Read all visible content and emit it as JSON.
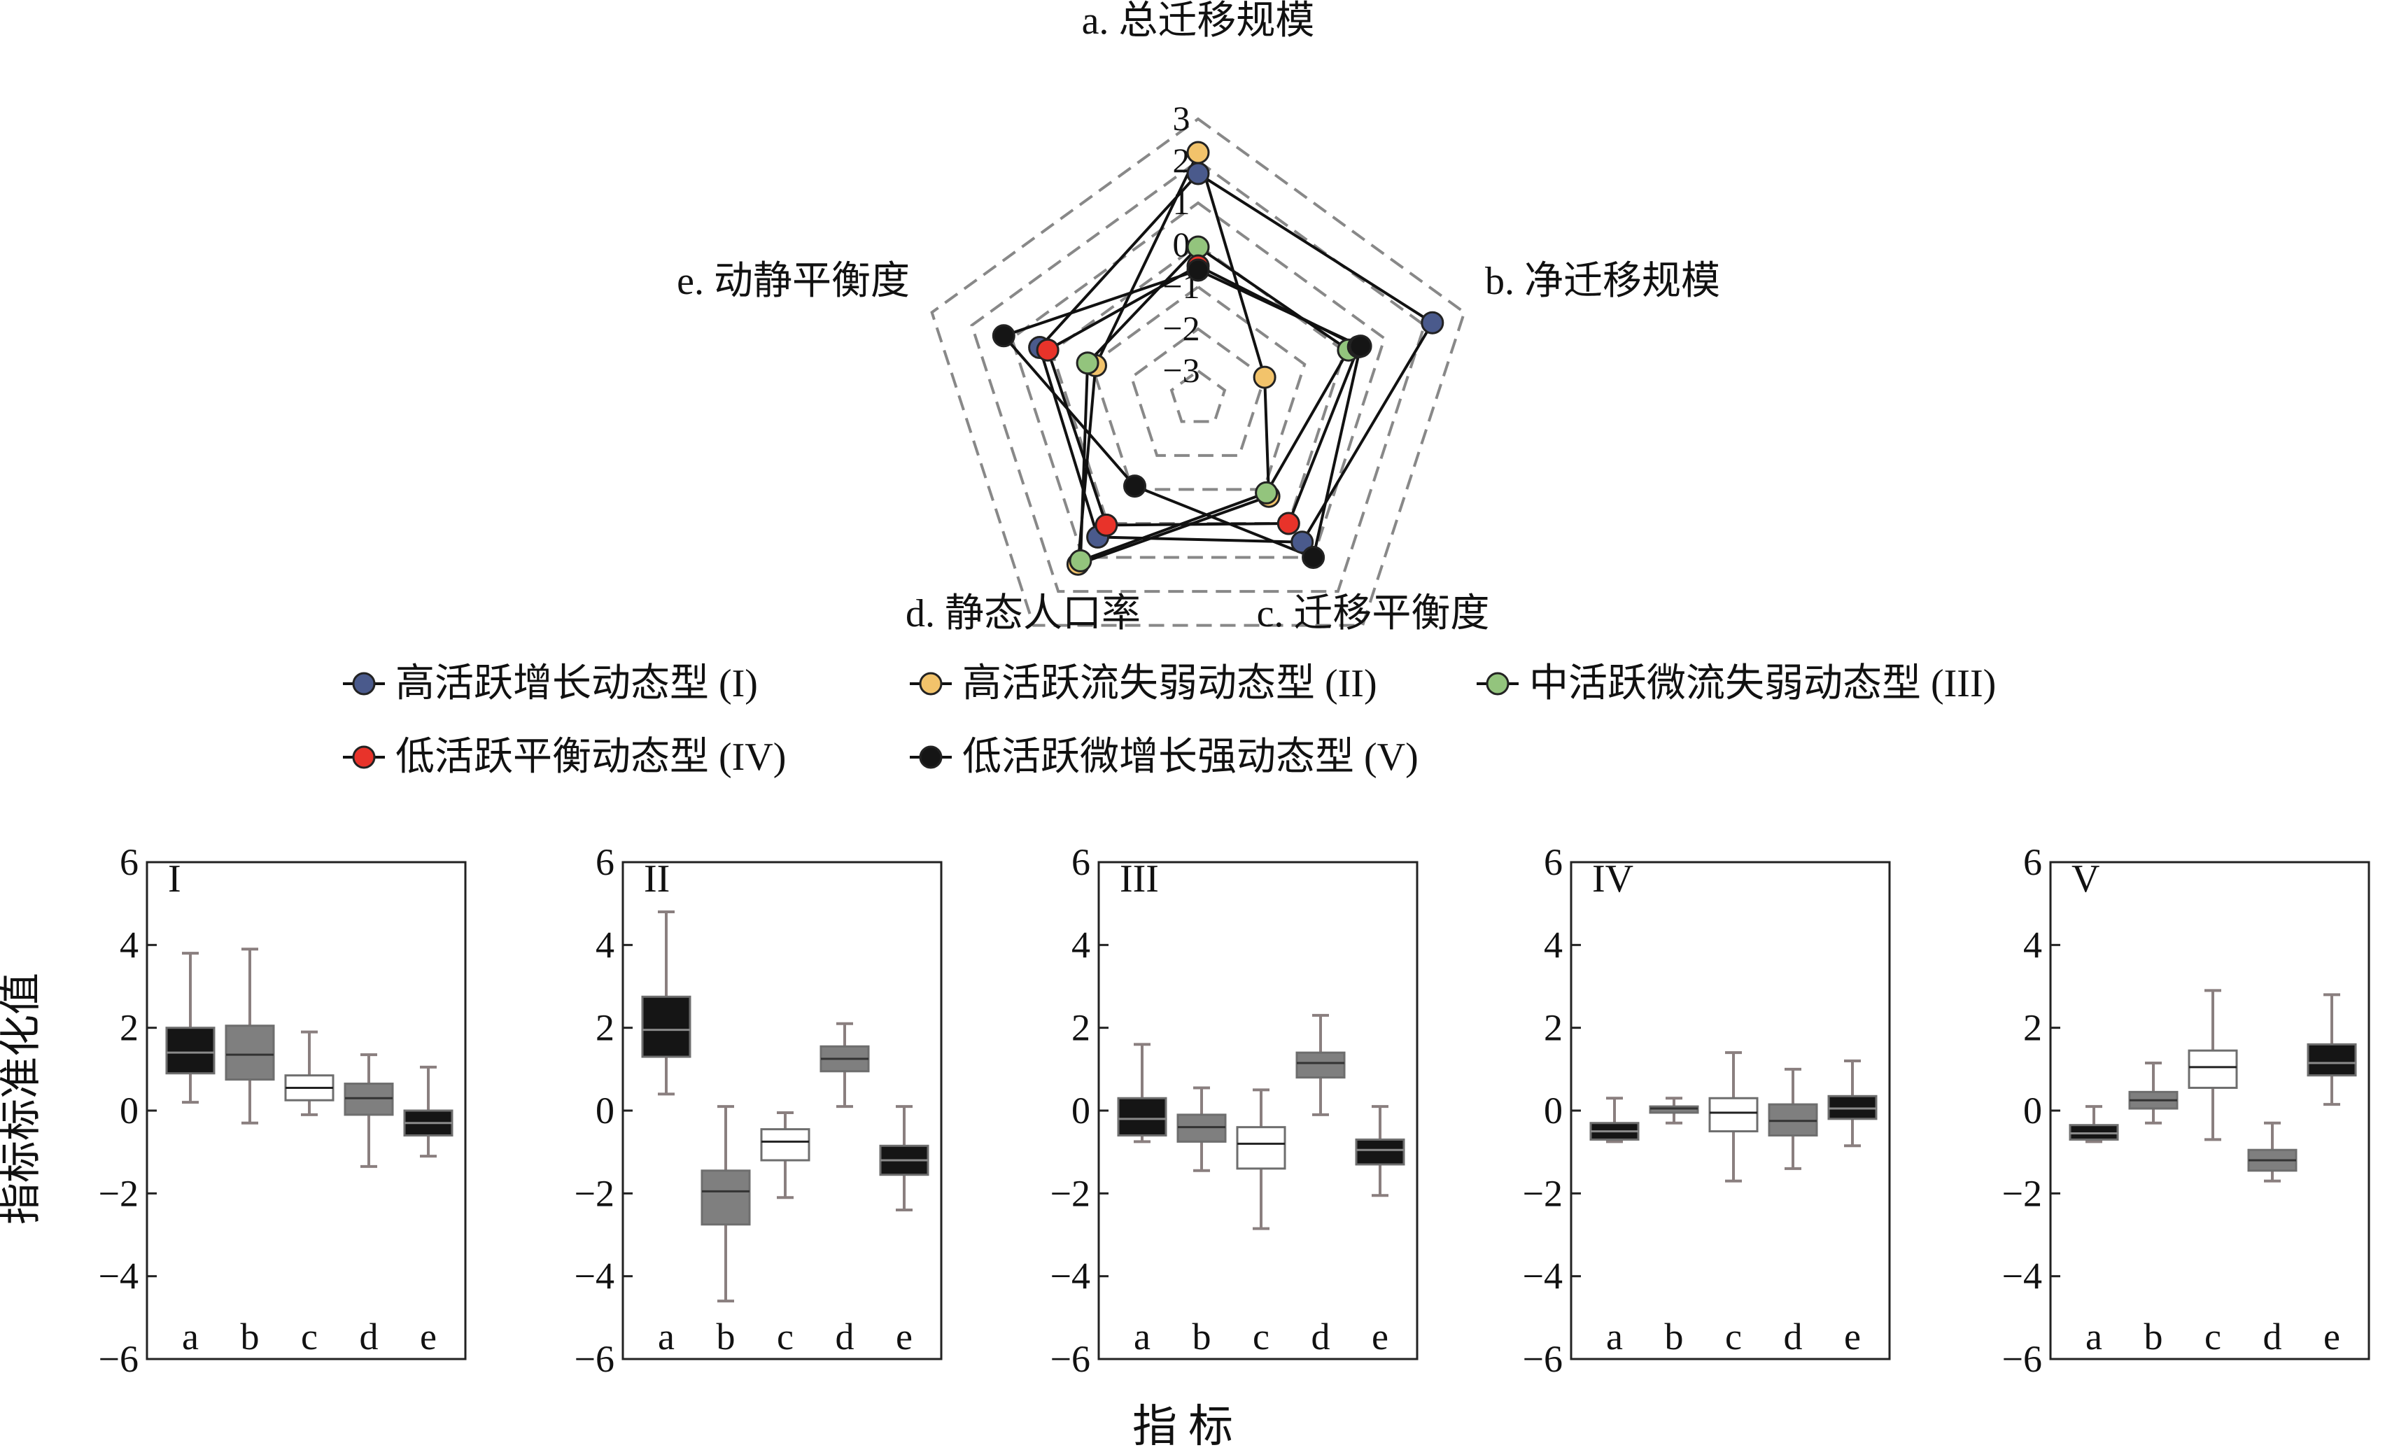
{
  "chart_data": [
    {
      "type": "radar",
      "axes": [
        {
          "key": "a",
          "label": "a. 总迁移规模"
        },
        {
          "key": "b",
          "label": "b. 净迁移规模"
        },
        {
          "key": "c",
          "label": "c. 迁移平衡度"
        },
        {
          "key": "d",
          "label": "d. 静态人口率"
        },
        {
          "key": "e",
          "label": "e. 动静平衡度"
        }
      ],
      "range": [
        -3,
        3
      ],
      "ticks": [
        "3",
        "2",
        "1",
        "0",
        "−1",
        "−2",
        "−3"
      ],
      "gridlines": "dashed pentagons",
      "series": [
        {
          "name": "高活跃增长动态型 (I)",
          "color": "#4a5a8c",
          "values": [
            1.7,
            2.2,
            0.55,
            0.4,
            0.3
          ]
        },
        {
          "name": "高活跃流失弱动态型 (II)",
          "color": "#f2c36b",
          "values": [
            2.2,
            -2.0,
            -0.8,
            1.2,
            -1.1
          ]
        },
        {
          "name": "中活跃微流失弱动态型 (III)",
          "color": "#93c47d",
          "values": [
            -0.05,
            0.1,
            -0.9,
            1.1,
            -0.9
          ]
        },
        {
          "name": "低活跃平衡动态型 (IV)",
          "color": "#e8332a",
          "values": [
            -0.5,
            0.35,
            0.0,
            0.05,
            0.1
          ]
        },
        {
          "name": "低活跃微增长强动态型 (V)",
          "color": "#151515",
          "values": [
            -0.6,
            0.4,
            1.0,
            -1.1,
            1.2
          ]
        }
      ],
      "legend_position": "bottom"
    },
    {
      "type": "boxplot",
      "ylabel": "指标标准化值",
      "xlabel": "指 标",
      "ylim": [
        -6,
        6
      ],
      "yticks": [
        "6",
        "4",
        "2",
        "0",
        "−2",
        "−4",
        "−6"
      ],
      "categories": [
        "a",
        "b",
        "c",
        "d",
        "e"
      ],
      "category_fills": [
        "#151515",
        "#7f7f7f",
        "#ffffff",
        "#7f7f7f",
        "#151515"
      ],
      "panels": [
        {
          "label": "I",
          "boxes": [
            {
              "min": 0.2,
              "q1": 0.9,
              "median": 1.4,
              "q3": 2.0,
              "max": 3.8
            },
            {
              "min": -0.3,
              "q1": 0.75,
              "median": 1.35,
              "q3": 2.05,
              "max": 3.9
            },
            {
              "min": -0.1,
              "q1": 0.25,
              "median": 0.55,
              "q3": 0.85,
              "max": 1.9
            },
            {
              "min": -1.35,
              "q1": -0.1,
              "median": 0.3,
              "q3": 0.65,
              "max": 1.35
            },
            {
              "min": -1.1,
              "q1": -0.6,
              "median": -0.3,
              "q3": 0.0,
              "max": 1.05
            }
          ]
        },
        {
          "label": "II",
          "boxes": [
            {
              "min": 0.4,
              "q1": 1.3,
              "median": 1.95,
              "q3": 2.75,
              "max": 4.8
            },
            {
              "min": -4.6,
              "q1": -2.75,
              "median": -1.95,
              "q3": -1.45,
              "max": 0.1
            },
            {
              "min": -2.1,
              "q1": -1.2,
              "median": -0.75,
              "q3": -0.45,
              "max": -0.05
            },
            {
              "min": 0.1,
              "q1": 0.95,
              "median": 1.25,
              "q3": 1.55,
              "max": 2.1
            },
            {
              "min": -2.4,
              "q1": -1.55,
              "median": -1.2,
              "q3": -0.85,
              "max": 0.1
            }
          ]
        },
        {
          "label": "III",
          "boxes": [
            {
              "min": -0.75,
              "q1": -0.6,
              "median": -0.2,
              "q3": 0.3,
              "max": 1.6
            },
            {
              "min": -1.45,
              "q1": -0.75,
              "median": -0.4,
              "q3": -0.1,
              "max": 0.55
            },
            {
              "min": -2.85,
              "q1": -1.4,
              "median": -0.8,
              "q3": -0.4,
              "max": 0.5
            },
            {
              "min": -0.1,
              "q1": 0.8,
              "median": 1.15,
              "q3": 1.4,
              "max": 2.3
            },
            {
              "min": -2.05,
              "q1": -1.3,
              "median": -0.95,
              "q3": -0.7,
              "max": 0.1
            }
          ]
        },
        {
          "label": "IV",
          "boxes": [
            {
              "min": -0.75,
              "q1": -0.7,
              "median": -0.5,
              "q3": -0.3,
              "max": 0.3
            },
            {
              "min": -0.3,
              "q1": -0.05,
              "median": 0.05,
              "q3": 0.1,
              "max": 0.3
            },
            {
              "min": -1.7,
              "q1": -0.5,
              "median": -0.05,
              "q3": 0.3,
              "max": 1.4
            },
            {
              "min": -1.4,
              "q1": -0.6,
              "median": -0.25,
              "q3": 0.15,
              "max": 1.0
            },
            {
              "min": -0.85,
              "q1": -0.2,
              "median": 0.05,
              "q3": 0.35,
              "max": 1.2
            }
          ]
        },
        {
          "label": "V",
          "boxes": [
            {
              "min": -0.75,
              "q1": -0.7,
              "median": -0.55,
              "q3": -0.35,
              "max": 0.1
            },
            {
              "min": -0.3,
              "q1": 0.05,
              "median": 0.25,
              "q3": 0.45,
              "max": 1.15
            },
            {
              "min": -0.7,
              "q1": 0.55,
              "median": 1.05,
              "q3": 1.45,
              "max": 2.9
            },
            {
              "min": -1.7,
              "q1": -1.45,
              "median": -1.2,
              "q3": -0.95,
              "max": -0.3
            },
            {
              "min": 0.15,
              "q1": 0.85,
              "median": 1.15,
              "q3": 1.6,
              "max": 2.8
            }
          ]
        }
      ]
    }
  ]
}
